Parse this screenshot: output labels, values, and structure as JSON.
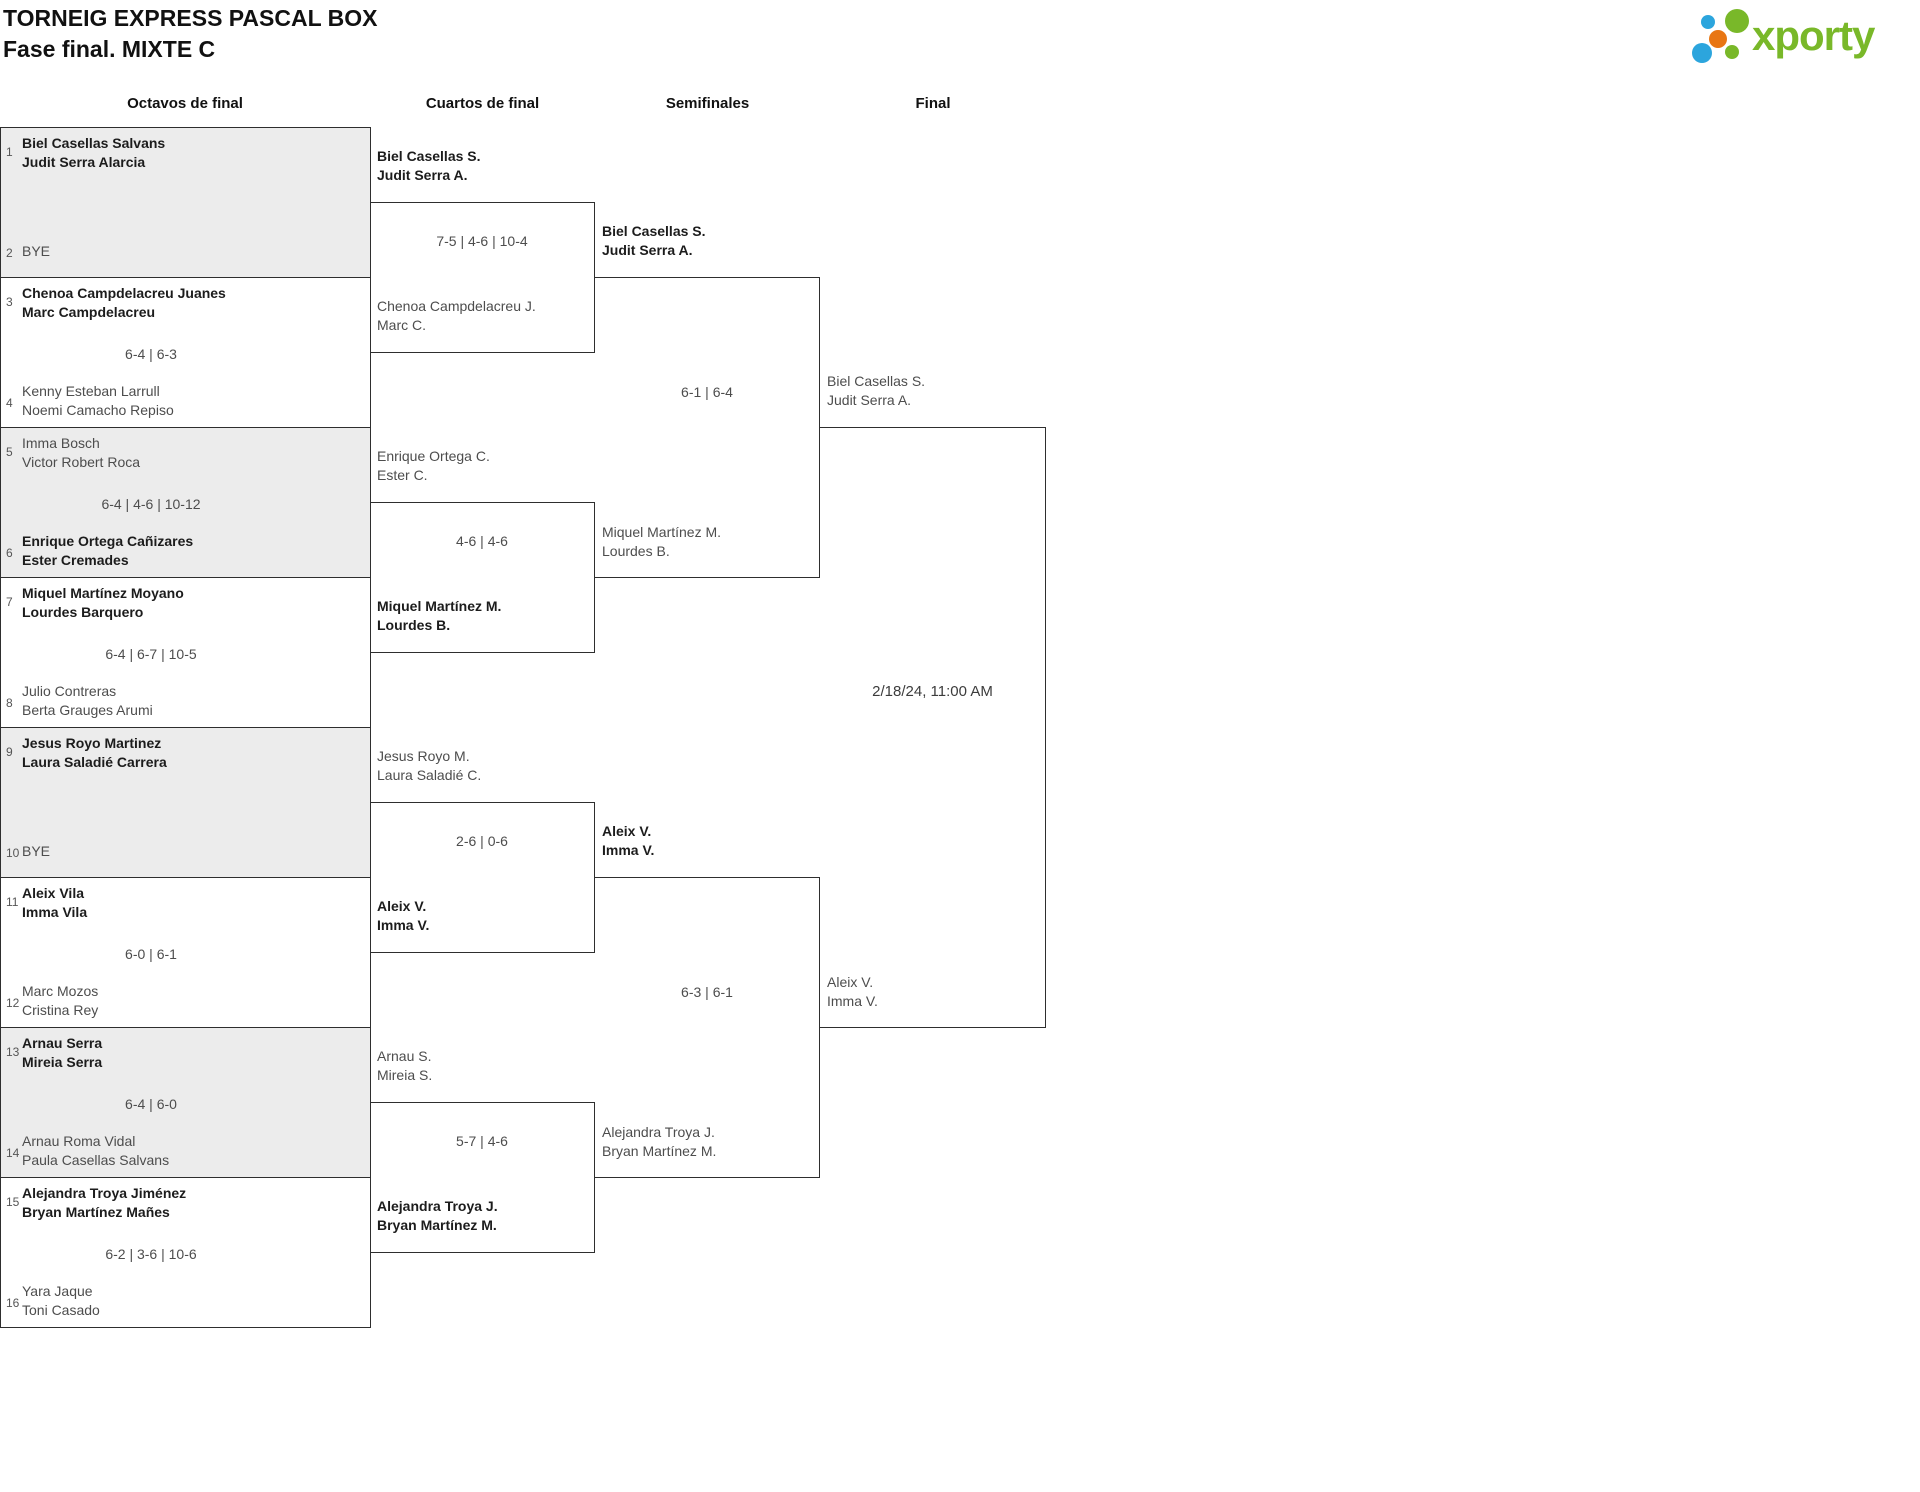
{
  "page": {
    "title": "TORNEIG EXPRESS PASCAL BOX",
    "subtitle": "Fase final. MIXTE C"
  },
  "brand": {
    "name": "xporty",
    "colors": {
      "green": "#79b829",
      "blue": "#2ca5dd",
      "orange": "#e87613"
    }
  },
  "columns": {
    "octavos": "Octavos de final",
    "cuartos": "Cuartos de final",
    "semifinales": "Semifinales",
    "final": "Final"
  },
  "octavos": [
    {
      "top_seed": "1",
      "top": [
        "Biel Casellas Salvans",
        "Judit Serra Alarcia"
      ],
      "top_winner": true,
      "bottom_seed": "2",
      "bottom": [
        "BYE"
      ],
      "bottom_winner": false,
      "score": ""
    },
    {
      "top_seed": "3",
      "top": [
        "Chenoa Campdelacreu Juanes",
        "Marc Campdelacreu"
      ],
      "top_winner": true,
      "bottom_seed": "4",
      "bottom": [
        "Kenny Esteban Larrull",
        "Noemi Camacho Repiso"
      ],
      "bottom_winner": false,
      "score": "6-4 | 6-3"
    },
    {
      "top_seed": "5",
      "top": [
        "Imma Bosch",
        "Victor Robert Roca"
      ],
      "top_winner": false,
      "bottom_seed": "6",
      "bottom": [
        "Enrique Ortega Cañizares",
        "Ester Cremades"
      ],
      "bottom_winner": true,
      "score": "6-4 | 4-6 | 10-12"
    },
    {
      "top_seed": "7",
      "top": [
        "Miquel Martínez Moyano",
        "Lourdes Barquero"
      ],
      "top_winner": true,
      "bottom_seed": "8",
      "bottom": [
        "Julio Contreras",
        "Berta Grauges Arumi"
      ],
      "bottom_winner": false,
      "score": "6-4 | 6-7 | 10-5"
    },
    {
      "top_seed": "9",
      "top": [
        "Jesus Royo Martinez",
        "Laura Saladié Carrera"
      ],
      "top_winner": true,
      "bottom_seed": "10",
      "bottom": [
        "BYE"
      ],
      "bottom_winner": false,
      "score": ""
    },
    {
      "top_seed": "11",
      "top": [
        "Aleix Vila",
        "Imma Vila"
      ],
      "top_winner": true,
      "bottom_seed": "12",
      "bottom": [
        "Marc Mozos",
        "Cristina Rey"
      ],
      "bottom_winner": false,
      "score": "6-0 | 6-1"
    },
    {
      "top_seed": "13",
      "top": [
        "Arnau Serra",
        "Mireia Serra"
      ],
      "top_winner": true,
      "bottom_seed": "14",
      "bottom": [
        "Arnau Roma Vidal",
        "Paula Casellas Salvans"
      ],
      "bottom_winner": false,
      "score": "6-4 | 6-0"
    },
    {
      "top_seed": "15",
      "top": [
        "Alejandra Troya Jiménez",
        "Bryan Martínez Mañes"
      ],
      "top_winner": true,
      "bottom_seed": "16",
      "bottom": [
        "Yara Jaque",
        "Toni Casado"
      ],
      "bottom_winner": false,
      "score": "6-2 | 3-6 | 10-6"
    }
  ],
  "cuartos": [
    {
      "top": [
        "Biel Casellas S.",
        "Judit Serra A."
      ],
      "top_winner": true,
      "bottom": [
        "Chenoa Campdelacreu J.",
        "Marc C."
      ],
      "bottom_winner": false,
      "score": "7-5 | 4-6 | 10-4"
    },
    {
      "top": [
        "Enrique Ortega C.",
        "Ester C."
      ],
      "top_winner": false,
      "bottom": [
        "Miquel Martínez M.",
        "Lourdes B."
      ],
      "bottom_winner": true,
      "score": "4-6 | 4-6"
    },
    {
      "top": [
        "Jesus Royo M.",
        "Laura Saladié C."
      ],
      "top_winner": false,
      "bottom": [
        "Aleix V.",
        "Imma V."
      ],
      "bottom_winner": true,
      "score": "2-6 | 0-6"
    },
    {
      "top": [
        "Arnau S.",
        "Mireia S."
      ],
      "top_winner": false,
      "bottom": [
        "Alejandra Troya J.",
        "Bryan Martínez M."
      ],
      "bottom_winner": true,
      "score": "5-7 | 4-6"
    }
  ],
  "semifinales": [
    {
      "top": [
        "Biel Casellas S.",
        "Judit Serra A."
      ],
      "top_winner": true,
      "bottom": [
        "Miquel Martínez M.",
        "Lourdes B."
      ],
      "bottom_winner": false,
      "score": "6-1 | 6-4"
    },
    {
      "top": [
        "Aleix V.",
        "Imma V."
      ],
      "top_winner": true,
      "bottom": [
        "Alejandra Troya J.",
        "Bryan Martínez M."
      ],
      "bottom_winner": false,
      "score": "6-3 | 6-1"
    }
  ],
  "final": {
    "top": [
      "Biel Casellas S.",
      "Judit Serra A."
    ],
    "bottom": [
      "Aleix V.",
      "Imma V."
    ],
    "schedule": "2/18/24, 11:00 AM"
  }
}
